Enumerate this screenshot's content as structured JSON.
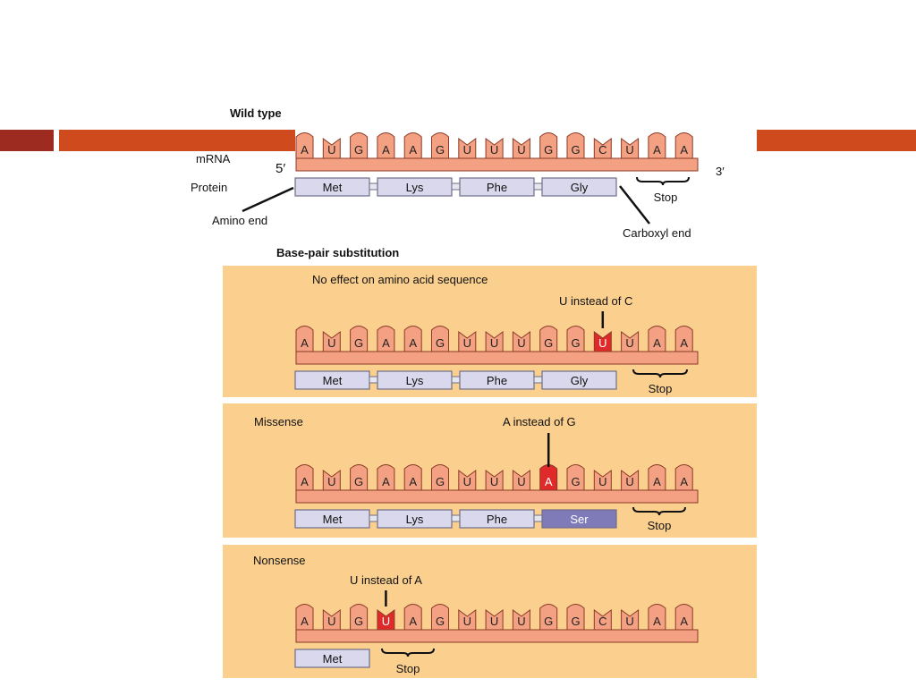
{
  "colors": {
    "deco_bar_dark": "#9e2b20",
    "deco_bar_orange": "#cf4a1d",
    "panel_bg": "#fbd08f",
    "nucleotide_fill": "#f4a183",
    "nucleotide_stroke": "#8a3a26",
    "mutated_fill": "#e02a2a",
    "protein_fill": "#d9d8ec",
    "protein_stroke": "#6e6e88",
    "changed_protein_fill": "#7f7ab8"
  },
  "wild_type": {
    "heading": "Wild type",
    "mrna_label": "mRNA",
    "protein_label": "Protein",
    "five_prime": "5′",
    "three_prime": "3′",
    "amino_end": "Amino end",
    "carboxyl_end": "Carboxyl end",
    "bases": [
      "A",
      "U",
      "G",
      "A",
      "A",
      "G",
      "U",
      "U",
      "U",
      "G",
      "G",
      "C",
      "U",
      "A",
      "A"
    ],
    "amino_acids": [
      "Met",
      "Lys",
      "Phe",
      "Gly"
    ],
    "stop_label": "Stop"
  },
  "substitution": {
    "heading": "Base-pair substitution",
    "panels": [
      {
        "title": "No effect on amino acid sequence",
        "annotation": "U instead of C",
        "mutation_index": 11,
        "bases": [
          "A",
          "U",
          "G",
          "A",
          "A",
          "G",
          "U",
          "U",
          "U",
          "G",
          "G",
          "U",
          "U",
          "A",
          "A"
        ],
        "amino_acids": [
          "Met",
          "Lys",
          "Phe",
          "Gly"
        ],
        "changed_amino_acid_index": -1,
        "stop_label": "Stop"
      },
      {
        "title": "Missense",
        "annotation": "A instead of G",
        "mutation_index": 9,
        "bases": [
          "A",
          "U",
          "G",
          "A",
          "A",
          "G",
          "U",
          "U",
          "U",
          "A",
          "G",
          "U",
          "U",
          "A",
          "A"
        ],
        "amino_acids": [
          "Met",
          "Lys",
          "Phe",
          "Ser"
        ],
        "changed_amino_acid_index": 3,
        "stop_label": "Stop"
      },
      {
        "title": "Nonsense",
        "annotation": "U instead of A",
        "mutation_index": 3,
        "bases": [
          "A",
          "U",
          "G",
          "U",
          "A",
          "G",
          "U",
          "U",
          "U",
          "G",
          "G",
          "C",
          "U",
          "A",
          "A"
        ],
        "amino_acids": [
          "Met"
        ],
        "changed_amino_acid_index": -1,
        "stop_label": "Stop"
      }
    ]
  }
}
